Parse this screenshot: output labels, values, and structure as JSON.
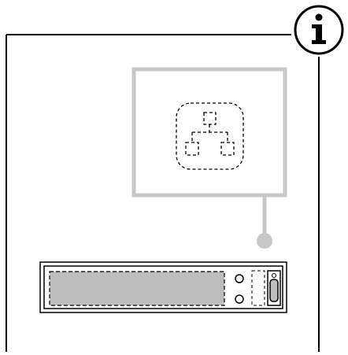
{
  "info_badge": {
    "icon": "info-icon",
    "glyph": "i"
  },
  "callout": {
    "icon": "network-hierarchy-icon"
  },
  "hardware": {
    "panel": "server-front-panel",
    "drive_bay": "drive-bay-placeholder",
    "indicators": [
      "status-led-top",
      "status-led-bottom"
    ],
    "connector": "serial-port"
  },
  "colors": {
    "outline": "#000000",
    "callout_frame": "#c8c8c8",
    "drive_fill": "#bdbdbd",
    "panel_fill": "#ffffff",
    "connector_fill": "#bdbdbd"
  }
}
